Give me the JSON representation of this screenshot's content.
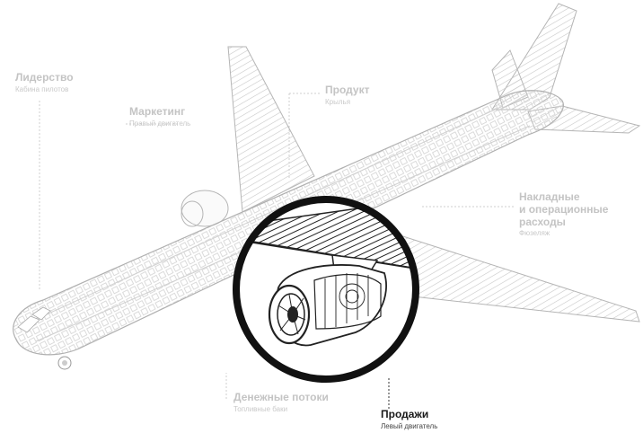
{
  "labels": {
    "leadership": {
      "title": "Лидерство",
      "subtitle": "Кабина пилотов"
    },
    "marketing": {
      "title": "Маркетинг",
      "subtitle": "Правый двигатель"
    },
    "product": {
      "title": "Продукт",
      "subtitle": "Крылья"
    },
    "overhead": {
      "title": "Накладные\nи операционные\nрасходы",
      "subtitle": "Фюзеляж"
    },
    "cashflow": {
      "title": "Денежные потоки",
      "subtitle": "Топливные баки"
    },
    "sales": {
      "title": "Продажи",
      "subtitle": "Левый двигатель"
    }
  },
  "highlighted": "sales",
  "colors": {
    "active_text": "#1a1a1a",
    "inactive_text": "#c4c4c4",
    "outline": "#b5b5b5",
    "lens_ring": "#111111"
  },
  "icons": {
    "aircraft": "airplane-cutaway-icon",
    "lens": "magnifier-ring-icon"
  }
}
